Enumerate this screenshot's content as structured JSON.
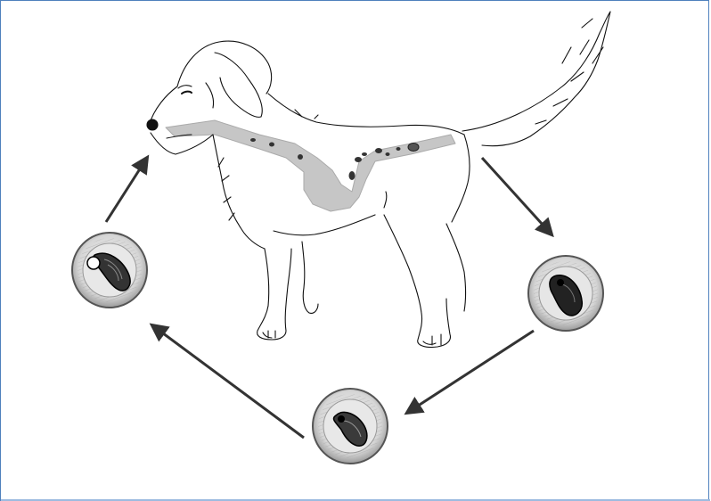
{
  "colors": {
    "frame_border": "#4f81bd",
    "line": "#111111",
    "gut": "#c8c8c8",
    "egg_shell": "#8a8a8a",
    "egg_inner": "#d9d9d9",
    "embryo": "#2a2a2a",
    "arrow": "#333333"
  },
  "diagram": {
    "subject": "dog-figure",
    "stages": [
      "egg-stage-early",
      "egg-stage-middle",
      "egg-stage-infective"
    ],
    "arrows": [
      "arrow-dog-to-egg1",
      "arrow-egg1-to-egg2",
      "arrow-egg2-to-egg3",
      "arrow-egg3-to-dog"
    ]
  }
}
